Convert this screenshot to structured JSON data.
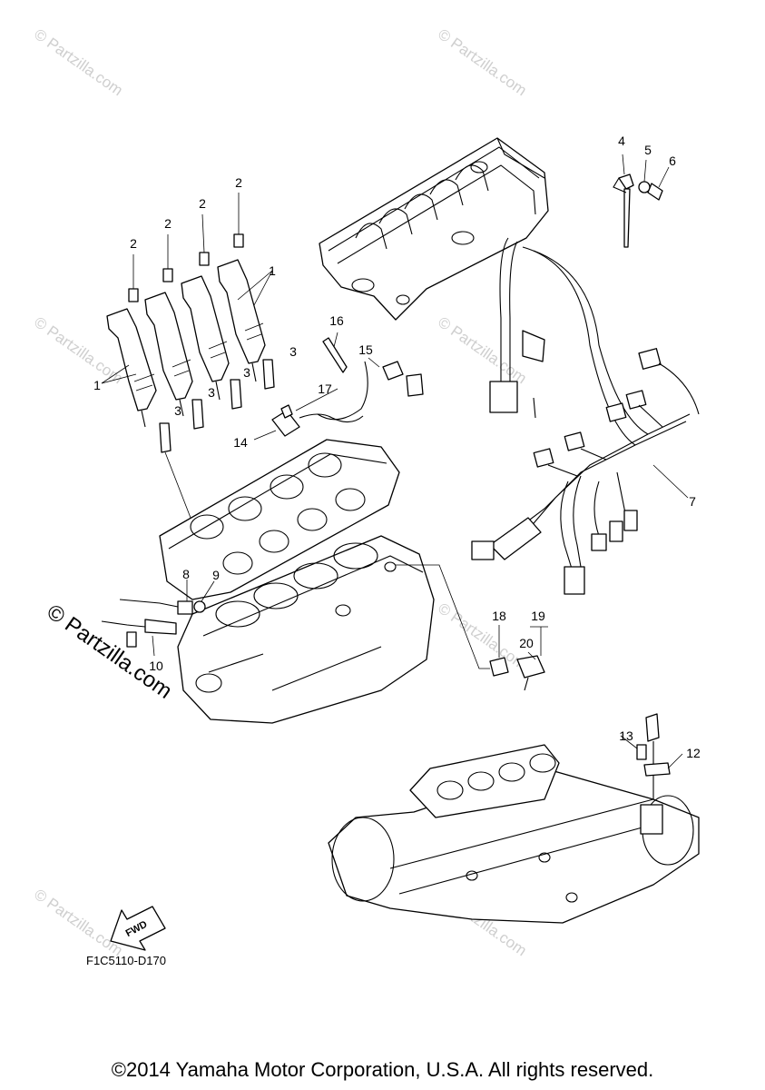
{
  "watermarks": {
    "small": "© Partzilla.com",
    "large": "© Partzilla.com"
  },
  "callouts": {
    "c1": "1",
    "c1b": "1",
    "c2a": "2",
    "c2b": "2",
    "c2c": "2",
    "c2d": "2",
    "c3a": "3",
    "c3b": "3",
    "c3c": "3",
    "c3d": "3",
    "c4": "4",
    "c5": "5",
    "c6": "6",
    "c7": "7",
    "c8": "8",
    "c9": "9",
    "c10": "10",
    "c12": "12",
    "c13": "13",
    "c14": "14",
    "c15": "15",
    "c16": "16",
    "c17": "17",
    "c18": "18",
    "c19": "19",
    "c20": "20"
  },
  "fwd_label": "FWD",
  "diagram_code": "F1C5110-D170",
  "copyright": "©2014 Yamaha Motor Corporation, U.S.A. All rights reserved."
}
